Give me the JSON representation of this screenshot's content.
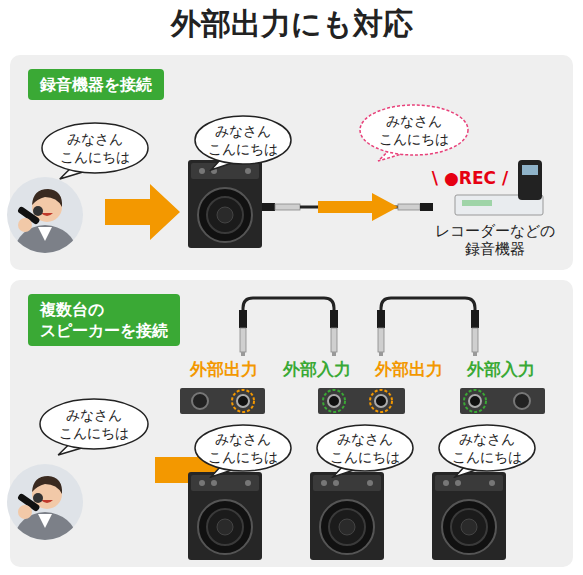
{
  "diagram": {
    "title": "外部出力にも対応",
    "nodes": [
      {
        "text": [
          "録音機器を接続"
        ]
      },
      {
        "text": [
          "みなさん こんにちは"
        ],
        "in": 0
      },
      {
        "text": [
          "みなさん こんにちは"
        ],
        "in": 0
      },
      {
        "text": [
          "みなさん こんにちは"
        ],
        "in": 0
      },
      {
        "text": [
          "複数台の スピーカーを接続"
        ]
      },
      {
        "text": [
          "みなさん こんにちは"
        ],
        "in": 4
      },
      {
        "text": [
          "みなさん こんにちは"
        ],
        "in": 4
      },
      {
        "text": [
          "みなさん こんにちは"
        ],
        "in": 4
      },
      {
        "text": [
          "みなさん こんにちは"
        ],
        "in": 4
      },
      {
        "text": [
          "外部出力"
        ],
        "in": 4
      },
      {
        "text": [
          "外部入力",
          "外部出力"
        ],
        "in": 4
      },
      {
        "text": [
          "外部入力"
        ],
        "in": 4
      }
    ],
    "edges": [
      {
        "from": 9,
        "to": 10,
        "arrow": "none"
      },
      {
        "from": 10,
        "to": 11,
        "arrow": "none"
      }
    ],
    "labels": [
      "\\ ●REC /",
      "レコーダーなどの 録音機器"
    ]
  }
}
